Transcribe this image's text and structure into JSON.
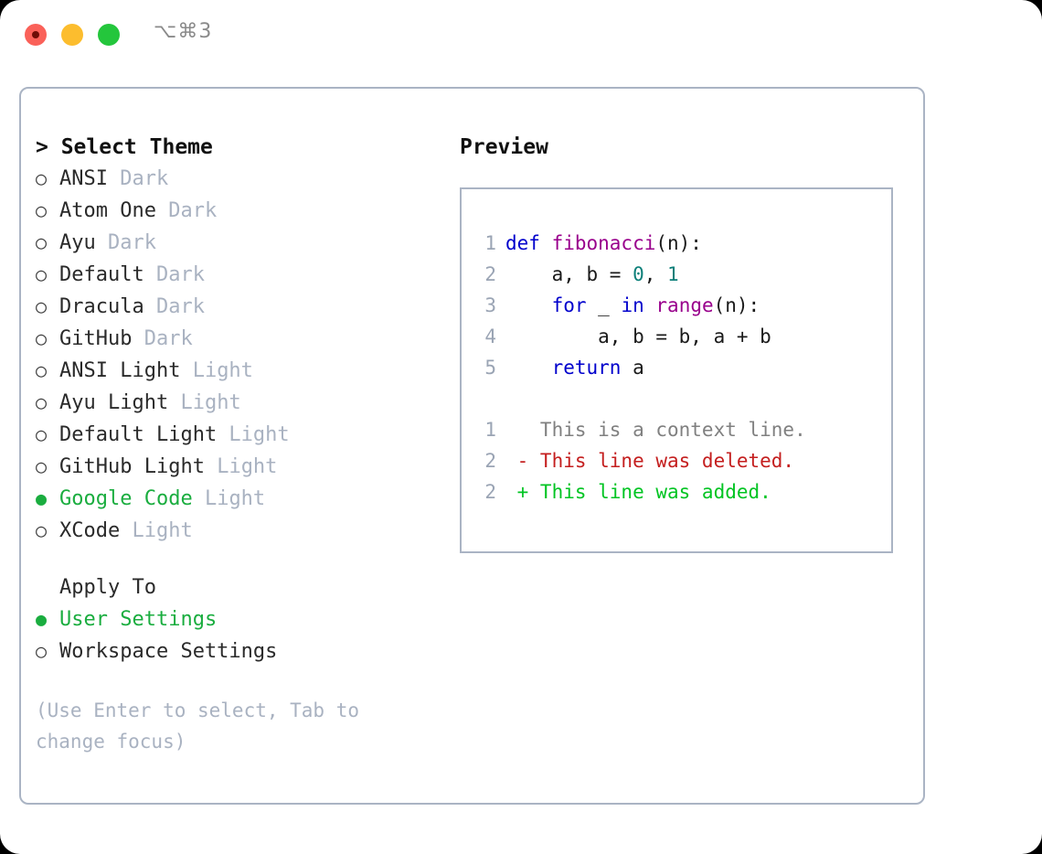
{
  "titlebar": {
    "shortcut": "⌥⌘3",
    "buttons": {
      "close": "close",
      "minimize": "minimize",
      "maximize": "maximize"
    }
  },
  "theme_panel": {
    "header": "> Select Theme",
    "bullet_selected": "●",
    "bullet_unselected": "○",
    "options": [
      {
        "name": "ANSI",
        "tag": "Dark",
        "selected": false
      },
      {
        "name": "Atom One",
        "tag": "Dark",
        "selected": false
      },
      {
        "name": "Ayu",
        "tag": "Dark",
        "selected": false
      },
      {
        "name": "Default",
        "tag": "Dark",
        "selected": false
      },
      {
        "name": "Dracula",
        "tag": "Dark",
        "selected": false
      },
      {
        "name": "GitHub",
        "tag": "Dark",
        "selected": false
      },
      {
        "name": "ANSI Light",
        "tag": "Light",
        "selected": false
      },
      {
        "name": "Ayu Light",
        "tag": "Light",
        "selected": false
      },
      {
        "name": "Default Light",
        "tag": "Light",
        "selected": false
      },
      {
        "name": "GitHub Light",
        "tag": "Light",
        "selected": false
      },
      {
        "name": "Google Code",
        "tag": "Light",
        "selected": true
      },
      {
        "name": "XCode",
        "tag": "Light",
        "selected": false
      }
    ]
  },
  "apply_to": {
    "header": "Apply To",
    "options": [
      {
        "name": "User Settings",
        "selected": true
      },
      {
        "name": "Workspace Settings",
        "selected": false
      }
    ]
  },
  "hint": "(Use Enter to select, Tab to change focus)",
  "preview": {
    "header": "Preview",
    "code_lines": [
      {
        "num": "1",
        "tokens": [
          {
            "t": "def ",
            "c": "kw"
          },
          {
            "t": "fibonacci",
            "c": "fn"
          },
          {
            "t": "(n):",
            "c": "plain"
          }
        ]
      },
      {
        "num": "2",
        "tokens": [
          {
            "t": "    a, b = ",
            "c": "plain"
          },
          {
            "t": "0",
            "c": "num"
          },
          {
            "t": ", ",
            "c": "plain"
          },
          {
            "t": "1",
            "c": "num"
          }
        ]
      },
      {
        "num": "3",
        "tokens": [
          {
            "t": "    ",
            "c": "plain"
          },
          {
            "t": "for",
            "c": "kw"
          },
          {
            "t": " _ ",
            "c": "plain"
          },
          {
            "t": "in",
            "c": "kw"
          },
          {
            "t": " ",
            "c": "plain"
          },
          {
            "t": "range",
            "c": "fn"
          },
          {
            "t": "(n):",
            "c": "plain"
          }
        ]
      },
      {
        "num": "4",
        "tokens": [
          {
            "t": "        a, b = b, a + b",
            "c": "plain"
          }
        ]
      },
      {
        "num": "5",
        "tokens": [
          {
            "t": "    ",
            "c": "plain"
          },
          {
            "t": "return",
            "c": "kw"
          },
          {
            "t": " a",
            "c": "plain"
          }
        ]
      }
    ],
    "diff_lines": [
      {
        "num": "1",
        "text": "   This is a context line.",
        "c": "ctx"
      },
      {
        "num": "2",
        "text": " - This line was deleted.",
        "c": "del"
      },
      {
        "num": "2",
        "text": " + This line was added.",
        "c": "add"
      }
    ]
  },
  "colors": {
    "accent_green": "#1aad3f",
    "muted": "#a9b2c1",
    "border": "#aab4c4",
    "keyword": "#0000cc",
    "function": "#99008c",
    "number": "#0b7f79",
    "diff_deleted": "#c41e1e",
    "diff_added": "#00c422",
    "diff_context": "#808080"
  }
}
